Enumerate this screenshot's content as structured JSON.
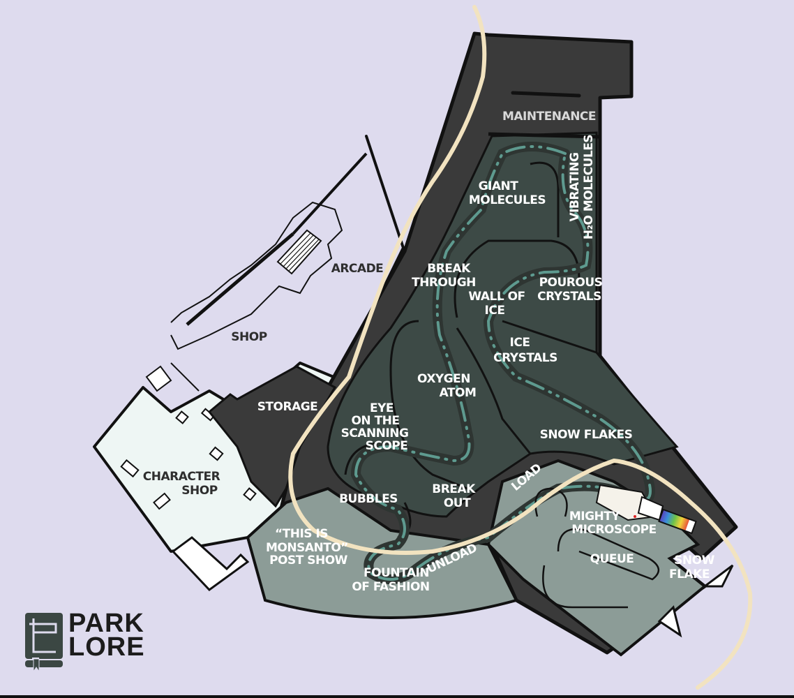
{
  "title": "Monsanto Adventure Thru Inner Space - Park Lore Map",
  "colors": {
    "background": "#dedbee",
    "building_dark": "#3a3a3a",
    "ride_area": "#3d4a46",
    "queue_area": "#8c9c97",
    "shop_area": "#eef6f4",
    "track": "#5e9a8f",
    "monorail": "#f2e3c0"
  },
  "areas": {
    "maintenance": "MAINTENANCE",
    "arcade": "ARCADE",
    "shop": "SHOP",
    "storage": "STORAGE",
    "character_shop_line1": "CHARACTER",
    "character_shop_line2": "SHOP",
    "post_show_line1": "“THIS IS",
    "post_show_line2": "MONSANTO”",
    "post_show_line3": "POST SHOW",
    "queue": "QUEUE",
    "snow_flake_line1": "SNOW",
    "snow_flake_line2": "FLAKE",
    "mighty_microscope_line1": "MIGHTY",
    "mighty_microscope_line2": "MICROSCOPE"
  },
  "scenes": {
    "giant_molecules_line1": "GIANT",
    "giant_molecules_line2": "MOLECULES",
    "vibrating_line1": "VIBRATING",
    "vibrating_line2": "H₂O MOLECULES",
    "break_through_line1": "BREAK",
    "break_through_line2": "THROUGH",
    "pourous_line1": "POUROUS",
    "pourous_line2": "CRYSTALS",
    "wall_of_ice_line1": "WALL OF",
    "wall_of_ice_line2": "ICE",
    "ice_crystals_line1": "ICE",
    "ice_crystals_line2": "CRYSTALS",
    "oxygen_atom_line1": "OXYGEN",
    "oxygen_atom_line2": "ATOM",
    "snow_flakes": "SNOW FLAKES",
    "eye_line1": "EYE",
    "eye_line2": "ON THE",
    "eye_line3": "SCANNING",
    "eye_line4": "SCOPE",
    "bubbles": "BUBBLES",
    "break_out_line1": "BREAK",
    "break_out_line2": "OUT",
    "fountain_line1": "FOUNTAIN",
    "fountain_line2": "OF FASHION",
    "load": "LOAD",
    "unload": "UNLOAD"
  },
  "logo": {
    "line1": "PARK",
    "line2": "LORE"
  }
}
